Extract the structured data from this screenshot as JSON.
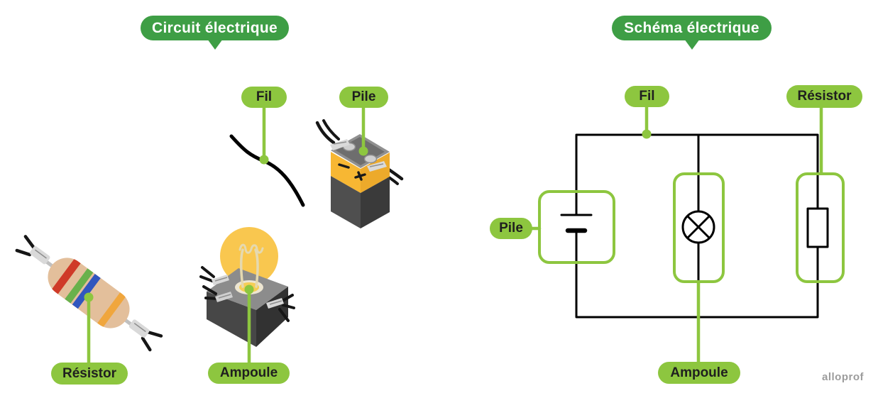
{
  "left": {
    "title": "Circuit électrique",
    "fil": "Fil",
    "pile": "Pile",
    "resistor": "Résistor",
    "ampoule": "Ampoule"
  },
  "right": {
    "title": "Schéma électrique",
    "fil": "Fil",
    "pile": "Pile",
    "resistor": "Résistor",
    "ampoule": "Ampoule"
  },
  "watermark": "alloprof",
  "colors": {
    "title_badge_green": "#3E9E45",
    "label_pill_green": "#8DC63F",
    "connector_green": "#8DC63F",
    "schematic_line_black": "#000000",
    "battery_yellow": "#F7B733",
    "battery_body_gray": "#4F4F4F",
    "bulb_glow_yellow": "#F9C74F",
    "bulb_base_gray": "#474747",
    "resistor_body_beige": "#E3BF9B",
    "resistor_bands": [
      "#CF3A28",
      "#69B14B",
      "#3156BE",
      "#F0A63D"
    ]
  }
}
